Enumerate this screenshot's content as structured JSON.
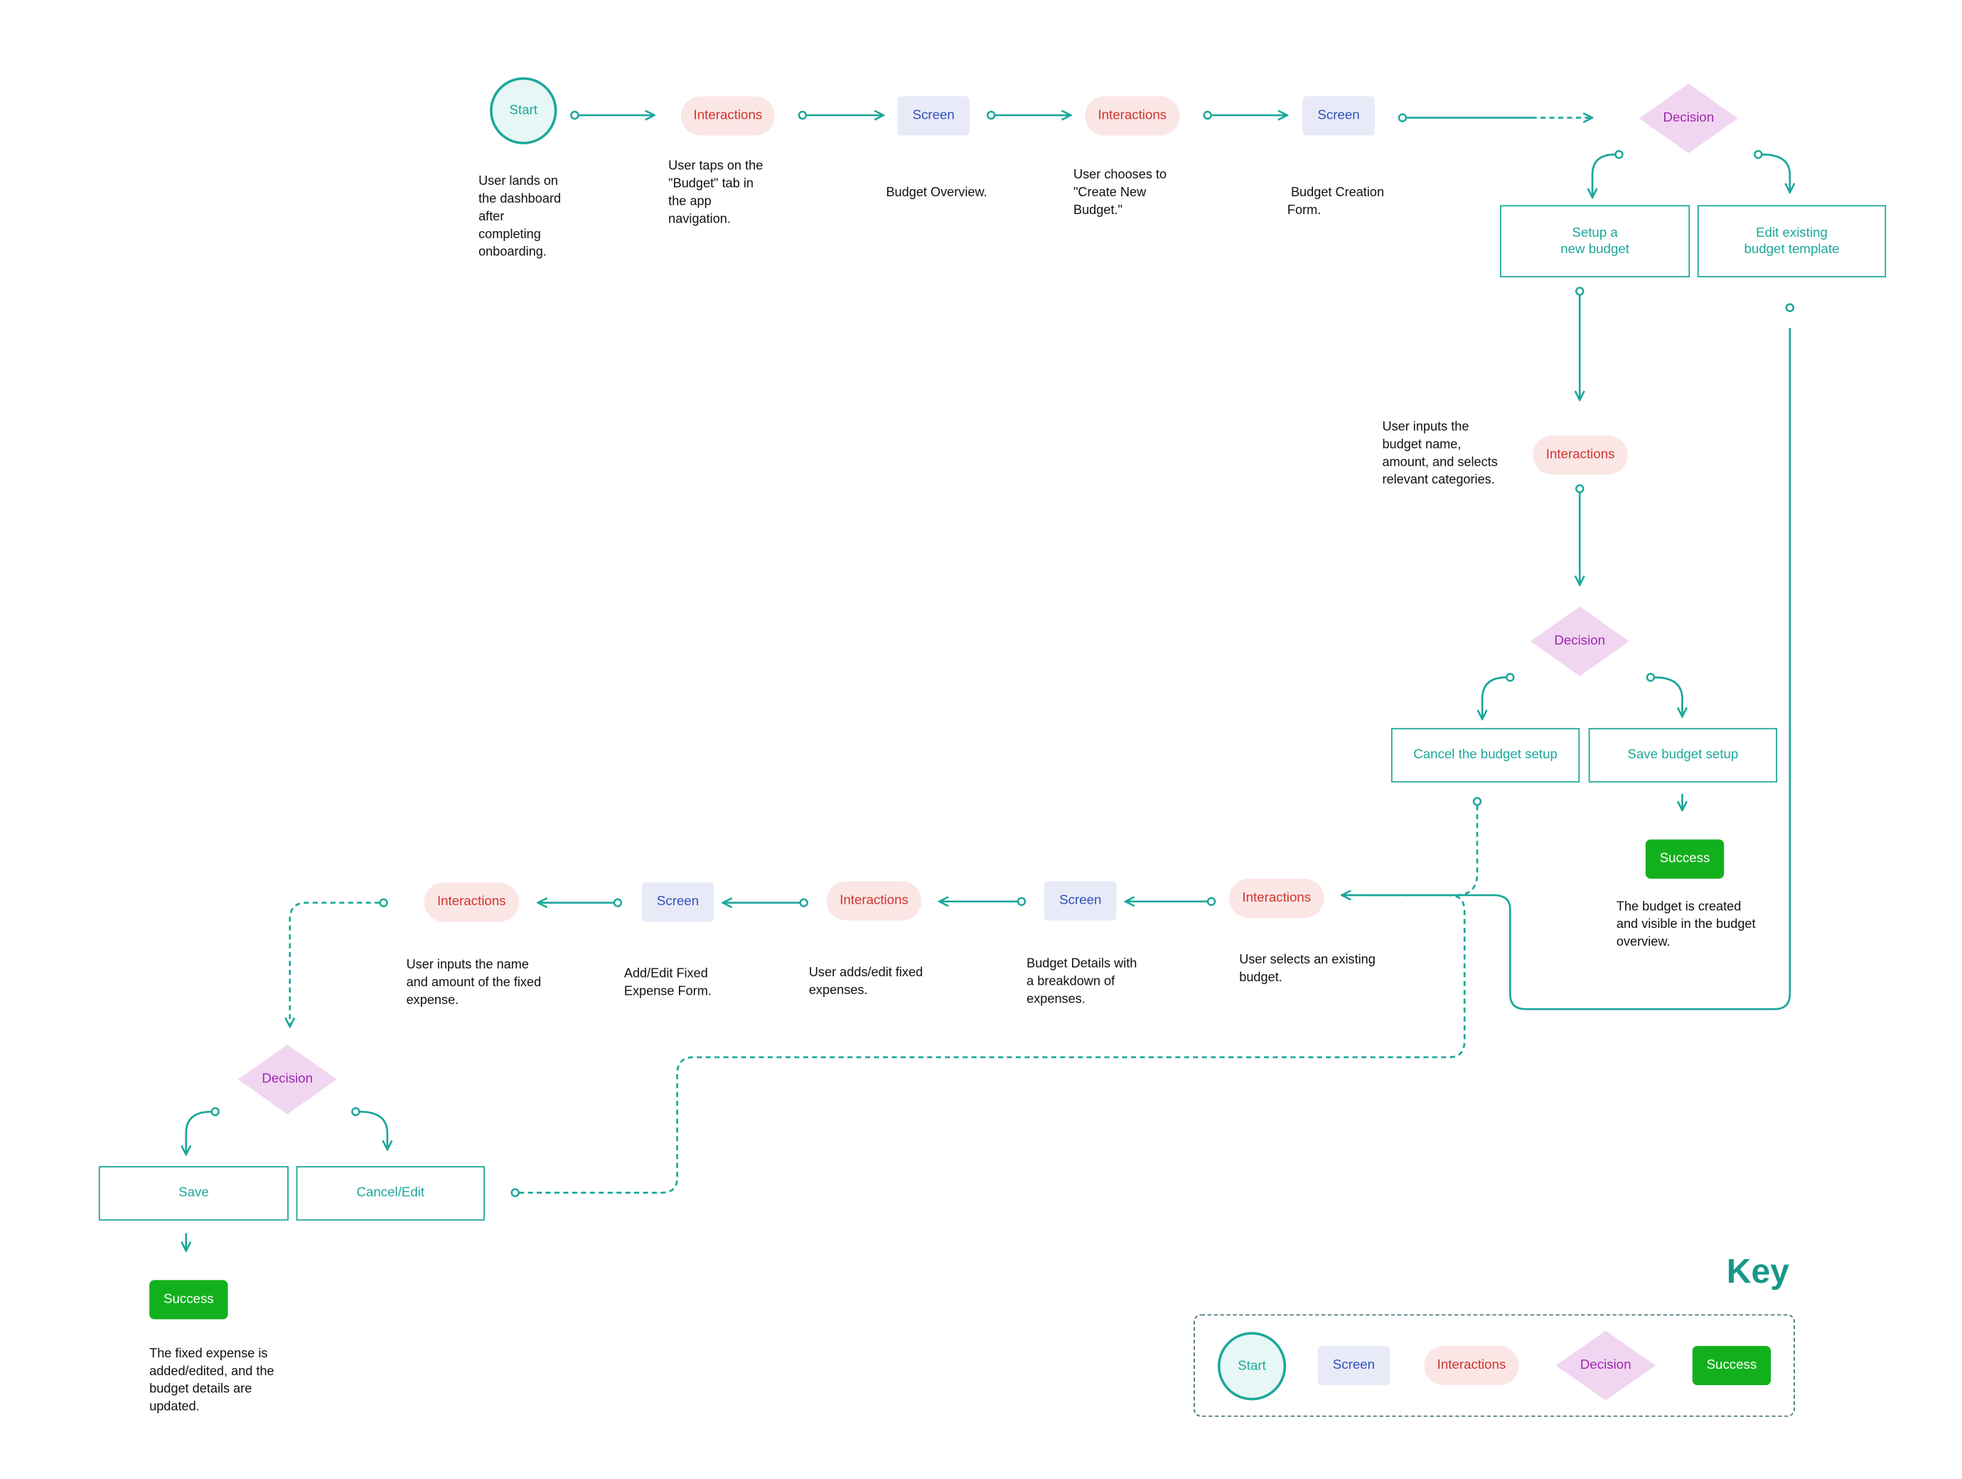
{
  "colors": {
    "teal": "#1ba79a",
    "interaction_bg": "#fbe6e6",
    "interaction_text": "#d0342c",
    "screen_bg": "#e8eaf8",
    "screen_text": "#2f51b8",
    "decision_bg": "#f1d6f1",
    "decision_text": "#9c27b0",
    "success_bg": "#13b01e",
    "key_title": "#179888"
  },
  "nodes": {
    "start": "Start",
    "interaction_1": "Interactions",
    "screen_1": "Screen",
    "interaction_2": "Interactions",
    "screen_2": "Screen",
    "decision_1": "Decision",
    "option_setup_new": "Setup a\nnew budget",
    "option_edit_existing": "Edit existing\nbudget template",
    "interaction_3": "Interactions",
    "decision_2": "Decision",
    "option_cancel_setup": "Cancel the budget setup",
    "option_save_setup": "Save budget setup",
    "success_1": "Success",
    "interaction_4": "Interactions",
    "screen_3": "Screen",
    "interaction_5": "Interactions",
    "screen_4": "Screen",
    "interaction_6": "Interactions",
    "decision_3": "Decision",
    "option_save": "Save",
    "option_cancel_edit": "Cancel/Edit",
    "success_2": "Success"
  },
  "notes": {
    "start": "User lands on\nthe dashboard\nafter\ncompleting\nonboarding.",
    "interaction_1": "User taps on the\n\"Budget\" tab in\nthe app\nnavigation.",
    "screen_1": "Budget Overview.",
    "interaction_2": "User chooses to\n\"Create New\nBudget.\"",
    "screen_2": " Budget Creation\nForm.",
    "interaction_3": "User inputs the\nbudget name,\namount, and selects\nrelevant categories.",
    "success_1": "The budget is created\nand visible in the budget\noverview.",
    "interaction_4": "User selects an existing\nbudget.",
    "screen_3": "Budget Details with\na breakdown of\nexpenses.",
    "interaction_5": "User adds/edit fixed\nexpenses.",
    "screen_4": "Add/Edit Fixed\nExpense Form.",
    "interaction_6": "User inputs the name\nand amount of the fixed\nexpense.",
    "success_2": "The fixed expense is\nadded/edited, and the\nbudget details are\nupdated."
  },
  "key": {
    "title": "Key",
    "start": "Start",
    "screen": "Screen",
    "interactions": "Interactions",
    "decision": "Decision",
    "success": "Success"
  }
}
